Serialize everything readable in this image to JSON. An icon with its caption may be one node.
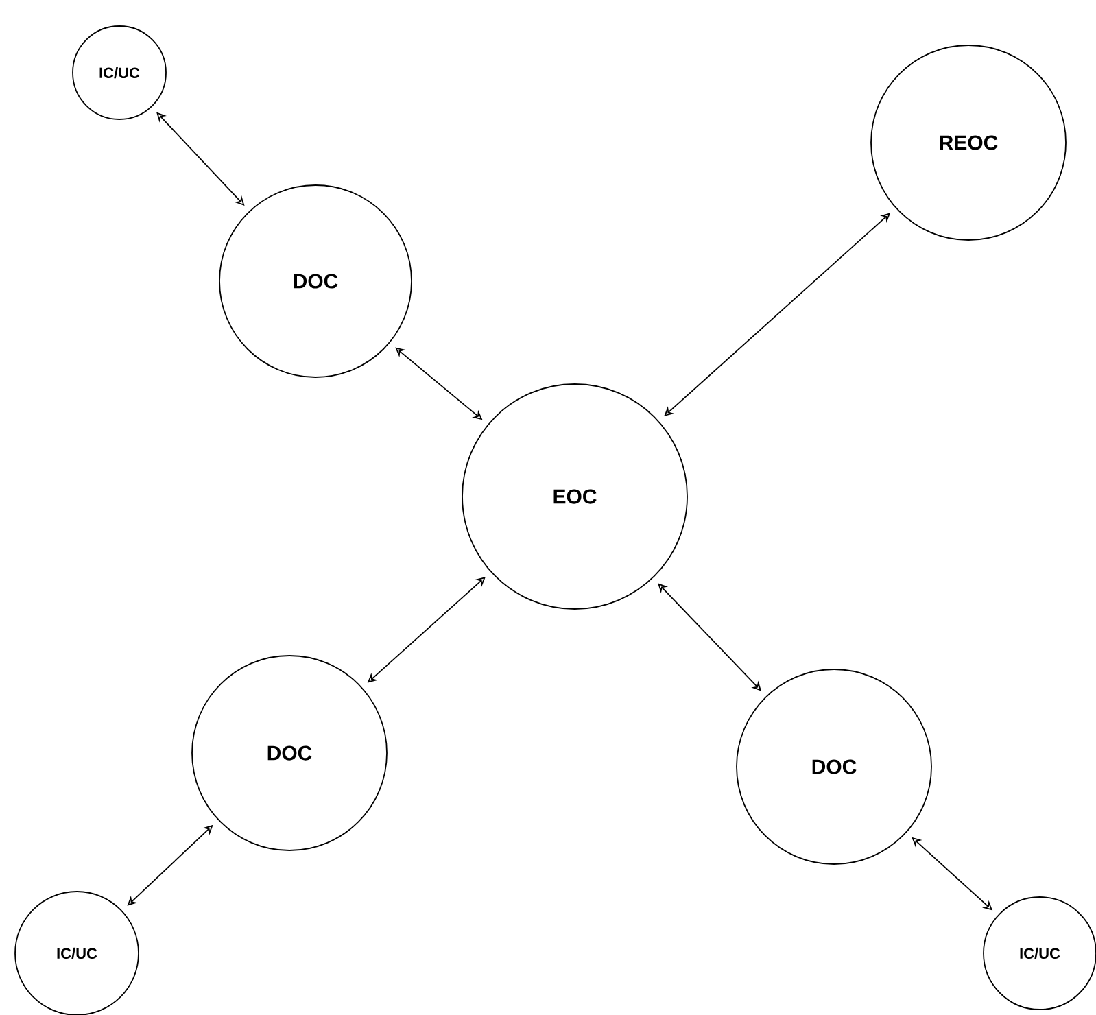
{
  "diagram": {
    "nodes": [
      {
        "text": [
          "IC/UC"
        ]
      },
      {
        "text": [
          "REOC"
        ]
      },
      {
        "text": [
          "DOC"
        ]
      },
      {
        "text": [
          "EOC"
        ]
      },
      {
        "text": [
          "DOC"
        ]
      },
      {
        "text": [
          "DOC"
        ]
      },
      {
        "text": [
          "IC/UC"
        ]
      },
      {
        "text": [
          "IC/UC"
        ]
      }
    ],
    "edges": [
      {
        "from": 0,
        "to": 2,
        "arrow": "both"
      },
      {
        "from": 2,
        "to": 3,
        "arrow": "both"
      },
      {
        "from": 1,
        "to": 3,
        "arrow": "both"
      },
      {
        "from": 3,
        "to": 4,
        "arrow": "both"
      },
      {
        "from": 3,
        "to": 5,
        "arrow": "both"
      },
      {
        "from": 4,
        "to": 6,
        "arrow": "both"
      },
      {
        "from": 5,
        "to": 7,
        "arrow": "both"
      }
    ]
  }
}
